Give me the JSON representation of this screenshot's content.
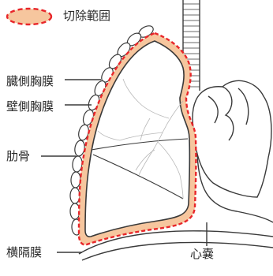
{
  "legend": {
    "label": "切除範囲",
    "swatch_fill": "#f6c69e",
    "swatch_stroke": "#e8262a"
  },
  "labels": {
    "visceral_pleura": "臓側胸膜",
    "parietal_pleura": "壁側胸膜",
    "rib": "肋骨",
    "diaphragm": "横隔膜",
    "pericardium": "心嚢"
  },
  "colors": {
    "resection_fill": "#f6c69e",
    "resection_border": "#e8262a",
    "line": "#3a3a3a",
    "faint_line": "#b8b8b8"
  }
}
